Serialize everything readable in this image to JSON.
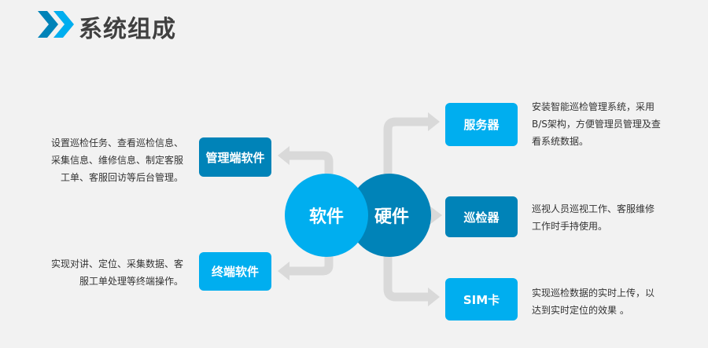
{
  "header": {
    "title": "系统组成",
    "icon": "double-chevron-icon"
  },
  "center": {
    "software": "软件",
    "hardware": "硬件"
  },
  "software": [
    {
      "label": "管理端软件",
      "description": [
        "设置巡检任务、查看巡检信息、",
        "采集信息、维修信息、制定客服",
        "工单、客服回访等后台管理。"
      ]
    },
    {
      "label": "终端软件",
      "description": [
        "实现对讲、定位、采集数据、客",
        "服工单处理等终端操作。"
      ]
    }
  ],
  "hardware": [
    {
      "label": "服务器",
      "description": [
        "安装智能巡检管理系统，采用",
        "B/S架构，方便管理员管理及查",
        "看系统数据。"
      ]
    },
    {
      "label": "巡检器",
      "description": [
        "巡视人员巡视工作、客服维修",
        "工作时手持使用。"
      ]
    },
    {
      "label": "SIM卡",
      "description": [
        "实现巡检数据的实时上传，以",
        "达到实时定位的效果 。"
      ]
    }
  ],
  "colors": {
    "light": "#00aeef",
    "dark": "#0083b8",
    "arrow": "#d9d9d9"
  }
}
